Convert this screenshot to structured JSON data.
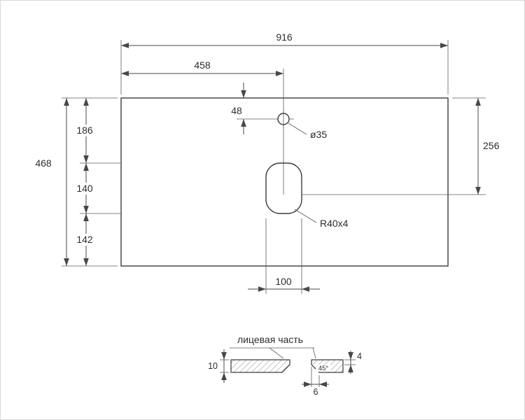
{
  "drawing": {
    "dims": {
      "width_total": "916",
      "width_half": "458",
      "hole_offset": "48",
      "hole_diameter": "ø35",
      "depth_right": "256",
      "height_total": "468",
      "seg_top": "186",
      "seg_mid": "140",
      "seg_bottom": "142",
      "cutout_width": "100",
      "cutout_note": "R40x4"
    },
    "section": {
      "face_label": "лицевая часть",
      "thickness": "10",
      "edge_thickness": "4",
      "angle": "45°",
      "chamfer_run": "6"
    },
    "colors": {
      "line": "#474747",
      "background": "#ffffff",
      "frame": "#d8d8d8"
    }
  }
}
